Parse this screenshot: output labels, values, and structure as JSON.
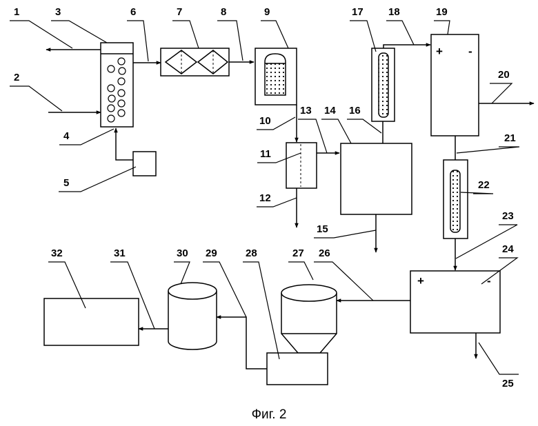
{
  "figure": {
    "caption": "Фиг. 2",
    "labels": [
      "1",
      "2",
      "3",
      "4",
      "5",
      "6",
      "7",
      "8",
      "9",
      "10",
      "11",
      "12",
      "13",
      "14",
      "15",
      "16",
      "17",
      "18",
      "19",
      "20",
      "21",
      "22",
      "23",
      "24",
      "25",
      "26",
      "27",
      "28",
      "29",
      "30",
      "31",
      "32"
    ],
    "polarity": {
      "plus": "+",
      "minus": "-"
    }
  }
}
